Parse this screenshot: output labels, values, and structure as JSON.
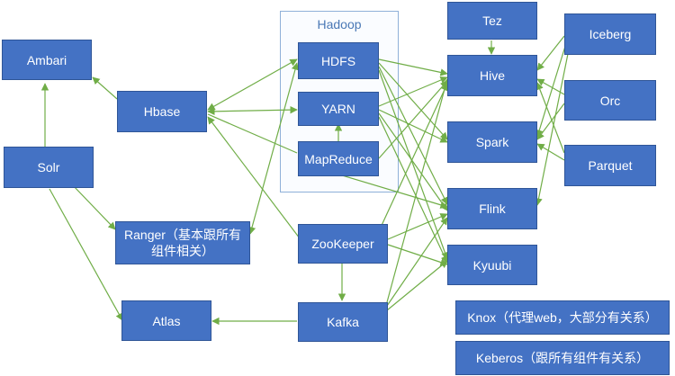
{
  "hadoop_group": {
    "title": "Hadoop"
  },
  "nodes": {
    "ambari": "Ambari",
    "hbase": "Hbase",
    "solr": "Solr",
    "ranger": "Ranger（基本跟所有组件相关）",
    "atlas": "Atlas",
    "hdfs": "HDFS",
    "yarn": "YARN",
    "mapreduce": "MapReduce",
    "zookeeper": "ZooKeeper",
    "kafka": "Kafka",
    "tez": "Tez",
    "hive": "Hive",
    "spark": "Spark",
    "flink": "Flink",
    "kyuubi": "Kyuubi",
    "iceberg": "Iceberg",
    "orc": "Orc",
    "parquet": "Parquet",
    "knox": "Knox（代理web，大部分有关系）",
    "keberos": "Keberos（跟所有组件有关系）"
  },
  "colors": {
    "node_fill": "#4472c4",
    "edge": "#70ad47"
  }
}
